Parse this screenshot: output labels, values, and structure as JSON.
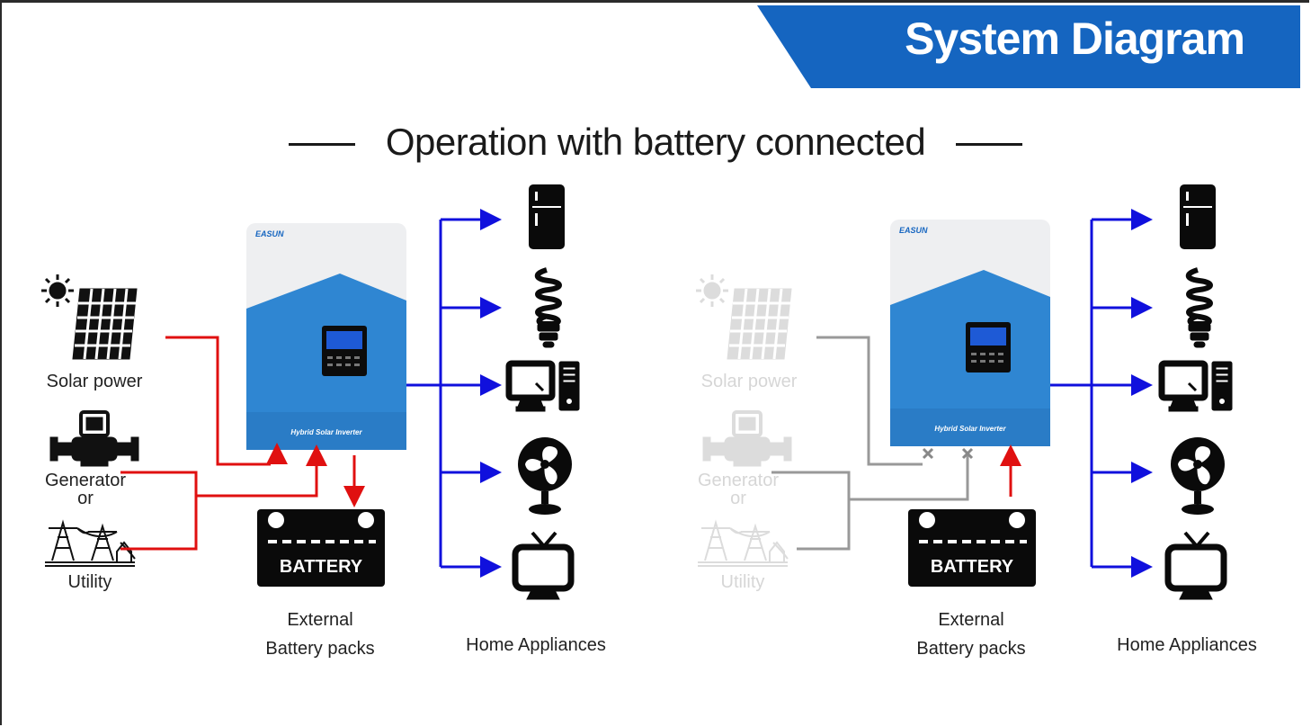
{
  "banner": {
    "title": "System Diagram",
    "color": "#1565c0"
  },
  "subtitle": "Operation with battery connected",
  "colors": {
    "grid_flow": "#e01010",
    "load_flow": "#1010dd",
    "idle_flow": "#999999",
    "inverter_blue": "#2f86d2"
  },
  "panels": [
    {
      "state": "grid-and-solar",
      "sources": {
        "solar": "Solar power",
        "generator": "Generator",
        "or": "or",
        "utility": "Utility"
      },
      "inverter_brand": "EASUN",
      "inverter_name": "Hybrid Solar Inverter",
      "battery_label": "BATTERY",
      "battery_caption_line1": "External",
      "battery_caption_line2": "Battery packs",
      "appliances_caption": "Home Appliances",
      "appliances": [
        "fridge-icon",
        "bulb-icon",
        "computer-icon",
        "fan-icon",
        "tv-icon"
      ]
    },
    {
      "state": "battery-only",
      "sources": {
        "solar": "Solar power",
        "generator": "Generator",
        "or": "or",
        "utility": "Utility"
      },
      "inverter_brand": "EASUN",
      "inverter_name": "Hybrid Solar Inverter",
      "battery_label": "BATTERY",
      "battery_caption_line1": "External",
      "battery_caption_line2": "Battery packs",
      "appliances_caption": "Home Appliances",
      "appliances": [
        "fridge-icon",
        "bulb-icon",
        "computer-icon",
        "fan-icon",
        "tv-icon"
      ]
    }
  ]
}
